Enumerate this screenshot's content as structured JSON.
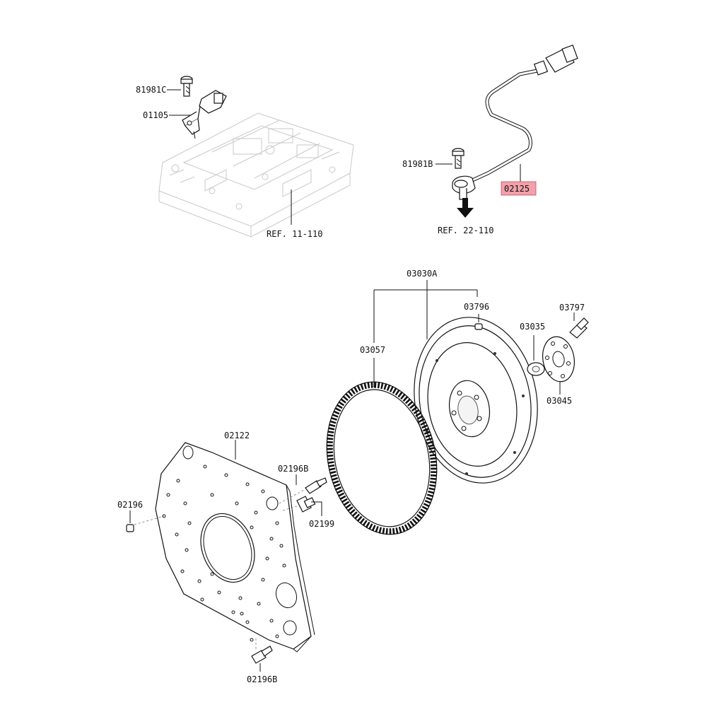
{
  "highlight_color": "#f2a0aa",
  "labels": {
    "p81981c": "81981C",
    "p01105": "01105",
    "ref_11_110": "REF. 11-110",
    "p81981b": "81981B",
    "p02125": "02125",
    "ref_22_110": "REF. 22-110",
    "p03030a": "03030A",
    "p03796": "03796",
    "p03797": "03797",
    "p03035": "03035",
    "p03057": "03057",
    "p03045": "03045",
    "p02122": "02122",
    "p02196b_top": "02196B",
    "p02196": "02196",
    "p02199": "02199",
    "p02196b_bottom": "02196B"
  }
}
